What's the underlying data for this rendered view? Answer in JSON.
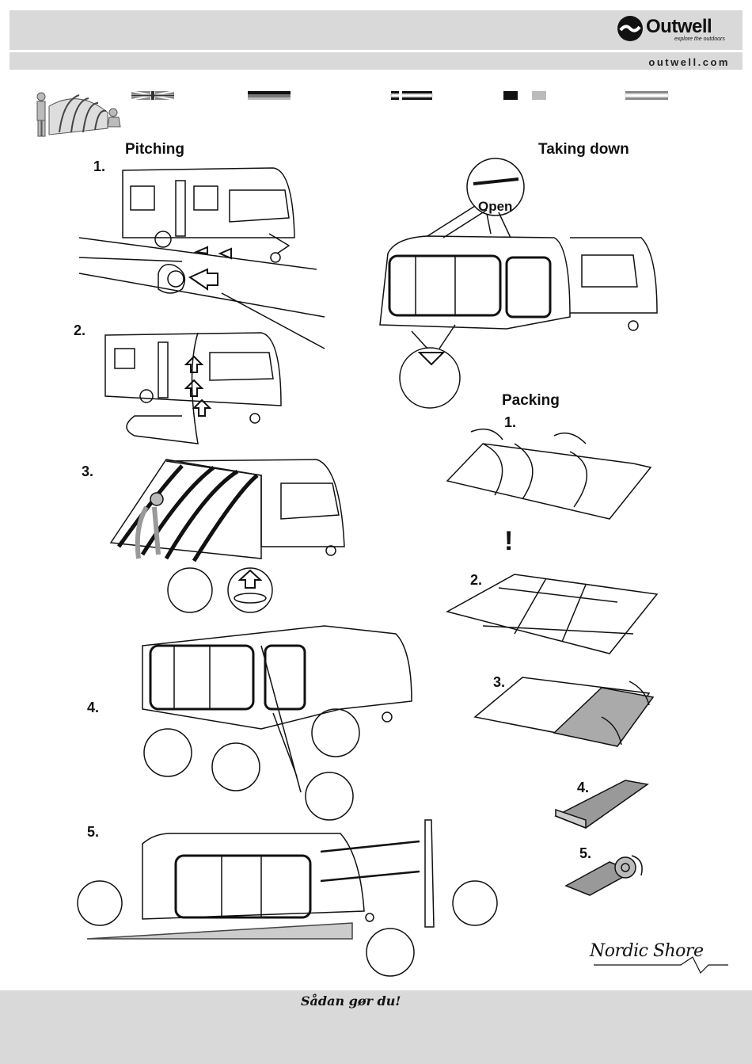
{
  "header": {
    "brand": "Outwell",
    "tagline": "explore the outdoors",
    "website": "outwell.com"
  },
  "sections": {
    "pitching": "Pitching",
    "taking_down": "Taking down",
    "packing": "Packing"
  },
  "pitching_steps": [
    "1.",
    "2.",
    "3.",
    "4.",
    "5."
  ],
  "packing_steps": [
    "1.",
    "2.",
    "3.",
    "4.",
    "5."
  ],
  "callouts": {
    "open": "Open",
    "warning": "!"
  },
  "product": "Nordic Shore",
  "footer": {
    "text": "Sådan gør du!"
  }
}
